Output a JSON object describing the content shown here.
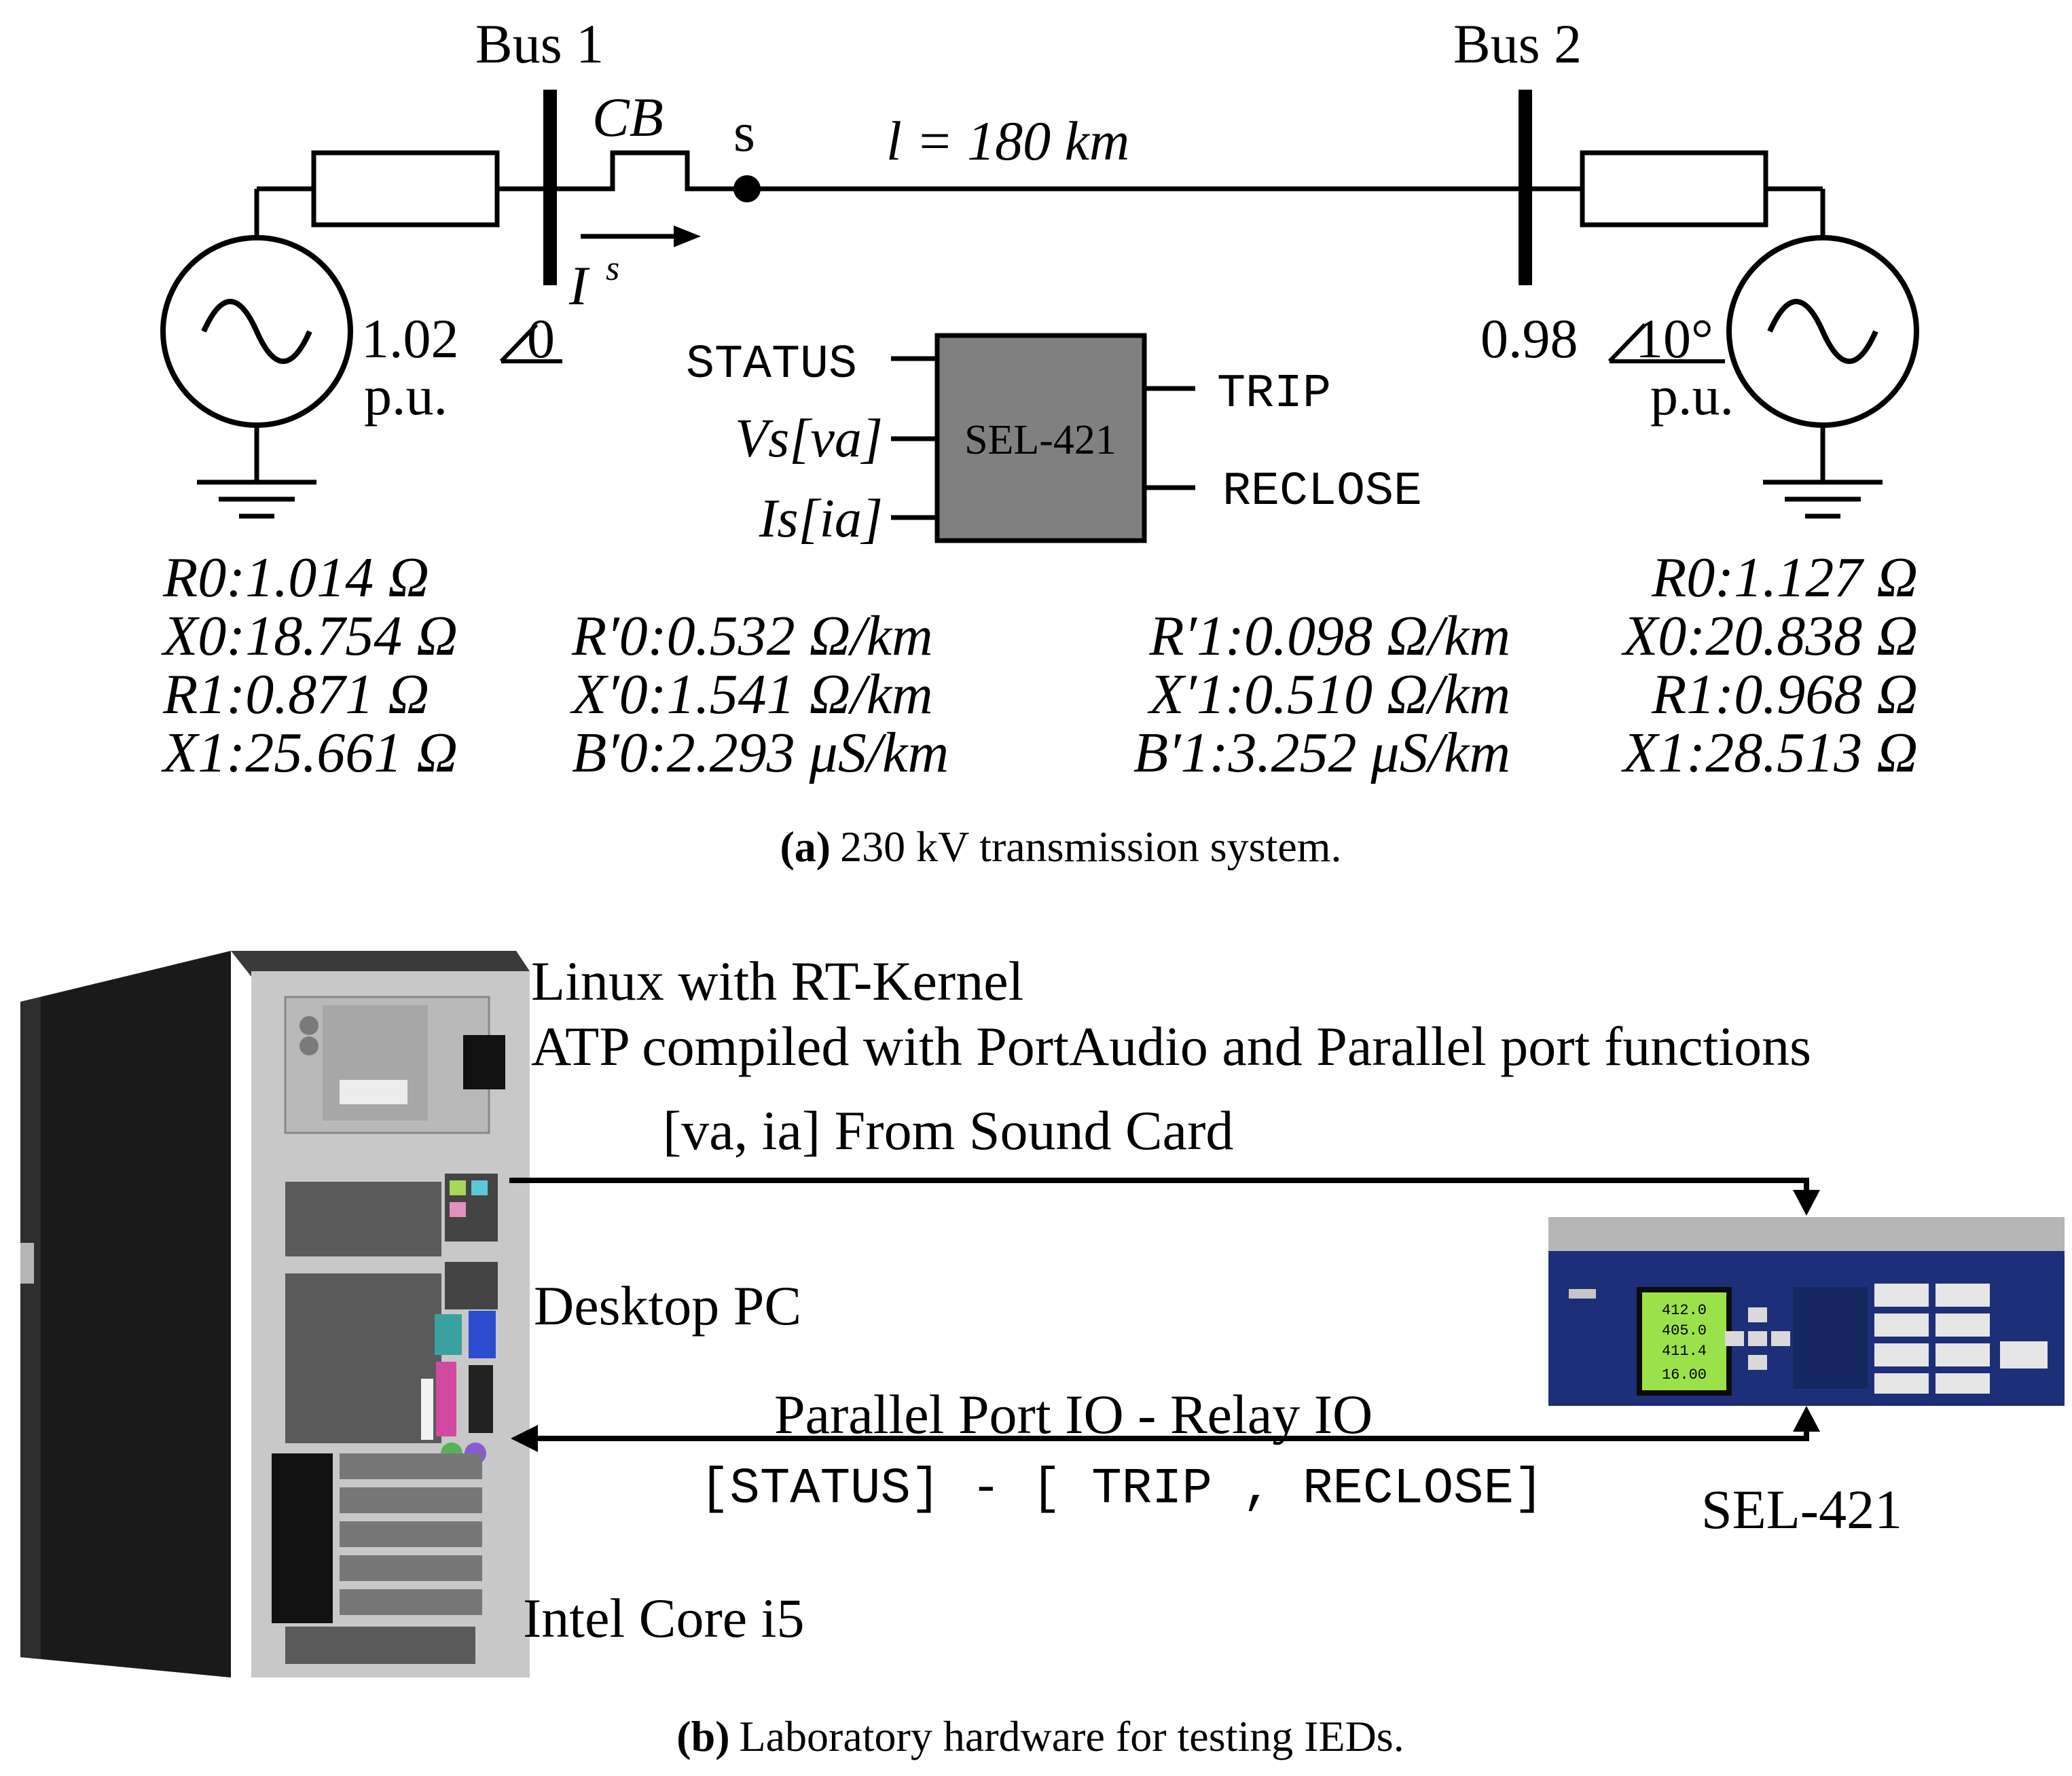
{
  "panel_a": {
    "bus1_label": "Bus 1",
    "bus2_label": "Bus 2",
    "breaker_label": "CB",
    "sensor_label": "s",
    "line_length_label": "l = 180 km",
    "current_label": "I",
    "current_sup": "s",
    "source1_voltage": "1.02",
    "source1_angle": "0",
    "source1_unit": "p.u.",
    "source2_voltage": "0.98",
    "source2_angle": "10°",
    "source2_unit": "p.u.",
    "relay": {
      "name": "SEL-421",
      "inputs": [
        "STATUS",
        "Vs[va]",
        "Is[ia]"
      ],
      "outputs": [
        "TRIP",
        "RECLOSE"
      ]
    },
    "source1_params": [
      "R0:1.014 Ω",
      "X0:18.754 Ω",
      "R1:0.871 Ω",
      "X1:25.661 Ω"
    ],
    "line_zero_seq_params": [
      "R′0:0.532 Ω/km",
      "X′0:1.541 Ω/km",
      "B′0:2.293 μS/km"
    ],
    "line_pos_seq_params": [
      "R′1:0.098 Ω/km",
      "X′1:0.510 Ω/km",
      "B′1:3.252 μS/km"
    ],
    "source2_params": [
      "R0:1.127 Ω",
      "X0:20.838 Ω",
      "R1:0.968 Ω",
      "X1:28.513 Ω"
    ],
    "caption_tag": "(a)",
    "caption_text": "230 kV transmission system."
  },
  "panel_b": {
    "os_label": "Linux with RT-Kernel",
    "software_label": "ATP compiled with PortAudio and Parallel port functions",
    "sound_card_label": "[va, ia] From Sound Card",
    "pc_label": "Desktop PC",
    "io_label": "Parallel Port IO - Relay IO",
    "io_signals_label": "[STATUS] - [ TRIP , RECLOSE]",
    "relay_label": "SEL-421",
    "cpu_label": "Intel Core i5",
    "relay_screen_values": [
      "412.0",
      "405.0",
      "411.4",
      "16.00"
    ],
    "caption_tag": "(b)",
    "caption_text": "Laboratory hardware for testing IEDs."
  }
}
